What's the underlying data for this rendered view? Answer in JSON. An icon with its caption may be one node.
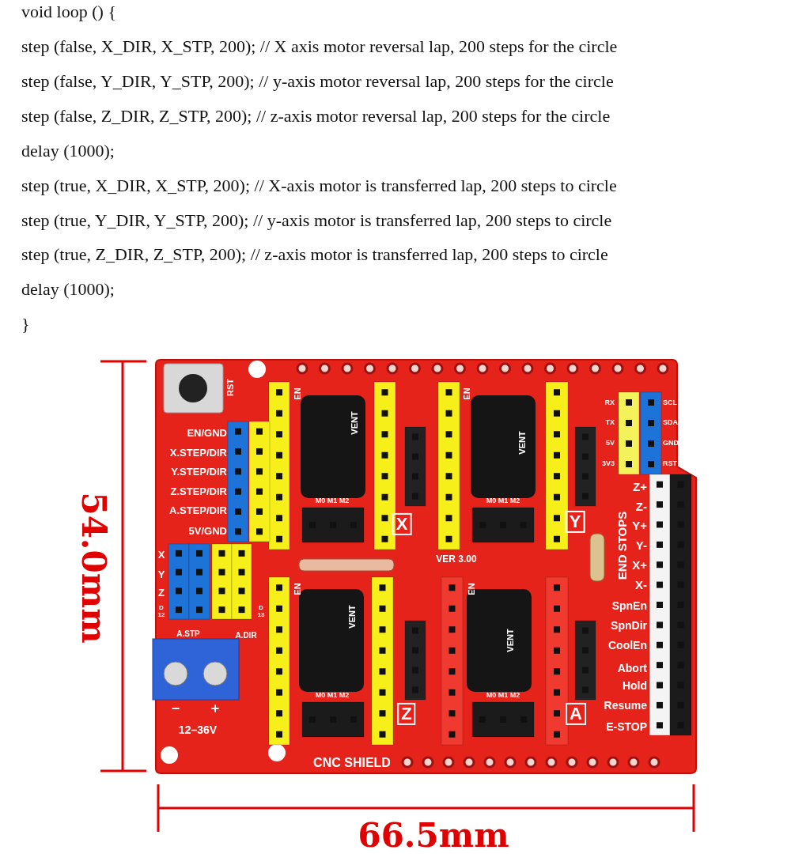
{
  "diagram": {
    "labels": [
      "void loop () {",
      "step (false, X_DIR, X_STP, 200); // X axis motor reversal lap, 200 steps for the circle",
      "step (false, Y_DIR, Y_STP, 200); // y-axis motor reversal lap, 200 steps for the circle",
      "step (false, Z_DIR, Z_STP, 200); // z-axis motor reversal lap, 200 steps for the circle",
      "delay (1000);",
      "step (true, X_DIR, X_STP, 200); // X-axis motor is transferred lap, 200 steps to circle",
      "step (true, Y_DIR, Y_STP, 200); // y-axis motor is transferred lap, 200 steps to circle",
      "step (true, Z_DIR, Z_STP, 200); // z-axis motor is transferred lap, 200 steps to circle",
      "delay (1000);",
      "}",
      "54.0mm",
      "RST",
      "EN/GND",
      "X.STEP/DIR",
      "Y.STEP/DIR",
      "Z.STEP/DIR",
      "A.STEP/DIR",
      "5V/GND",
      "EN",
      "VENT",
      "M0 M1 M2",
      "X",
      "EN",
      "VENT",
      "M0 M1 M2",
      "Y",
      "RX",
      "TX",
      "5V",
      "3V3",
      "SCL",
      "SDA",
      "GND",
      "RST",
      "END STOPS",
      "Z+",
      "Z-",
      "Y+",
      "Y-",
      "X+",
      "X-",
      "VER 3.00",
      "X",
      "Y",
      "Z",
      "D 12",
      "D 13",
      "EN",
      "VENT",
      "M0 M1 M2",
      "Z",
      "EN",
      "VENT",
      "M0 M1 M2",
      "A",
      "SpnEn",
      "SpnDir",
      "CoolEn",
      "Abort",
      "Hold",
      "Resume",
      "E-STOP",
      "A.STP",
      "A.DIR",
      "−",
      "+",
      "12–36V",
      "CNC SHIELD",
      "66.5mm"
    ]
  }
}
